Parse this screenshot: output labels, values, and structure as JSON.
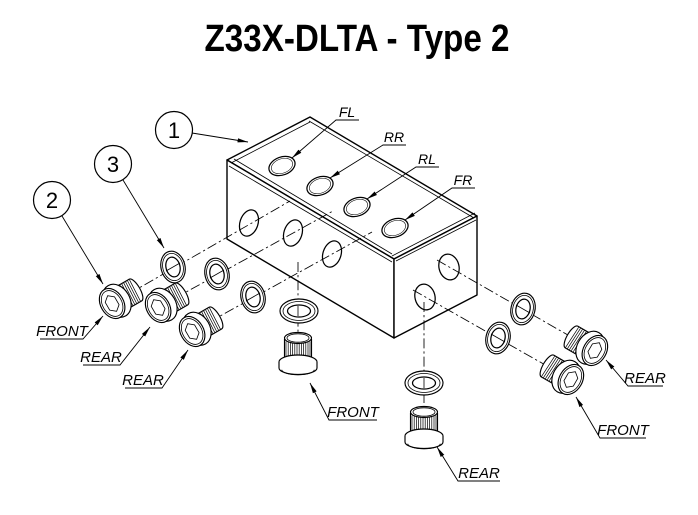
{
  "colors": {
    "background": "#ffffff",
    "line": "#000000"
  },
  "title": "Z33X-DLTA - Type 2",
  "balloons": [
    {
      "number": "1"
    },
    {
      "number": "2"
    },
    {
      "number": "3"
    }
  ],
  "top_ports": [
    {
      "label": "FL"
    },
    {
      "label": "RR"
    },
    {
      "label": "RL"
    },
    {
      "label": "FR"
    }
  ],
  "plug_labels": {
    "left": [
      {
        "label": "FRONT"
      },
      {
        "label": "REAR"
      },
      {
        "label": "REAR"
      }
    ],
    "bottom": [
      {
        "label": "FRONT"
      },
      {
        "label": "REAR"
      }
    ],
    "right": [
      {
        "label": "REAR"
      },
      {
        "label": "FRONT"
      }
    ]
  }
}
